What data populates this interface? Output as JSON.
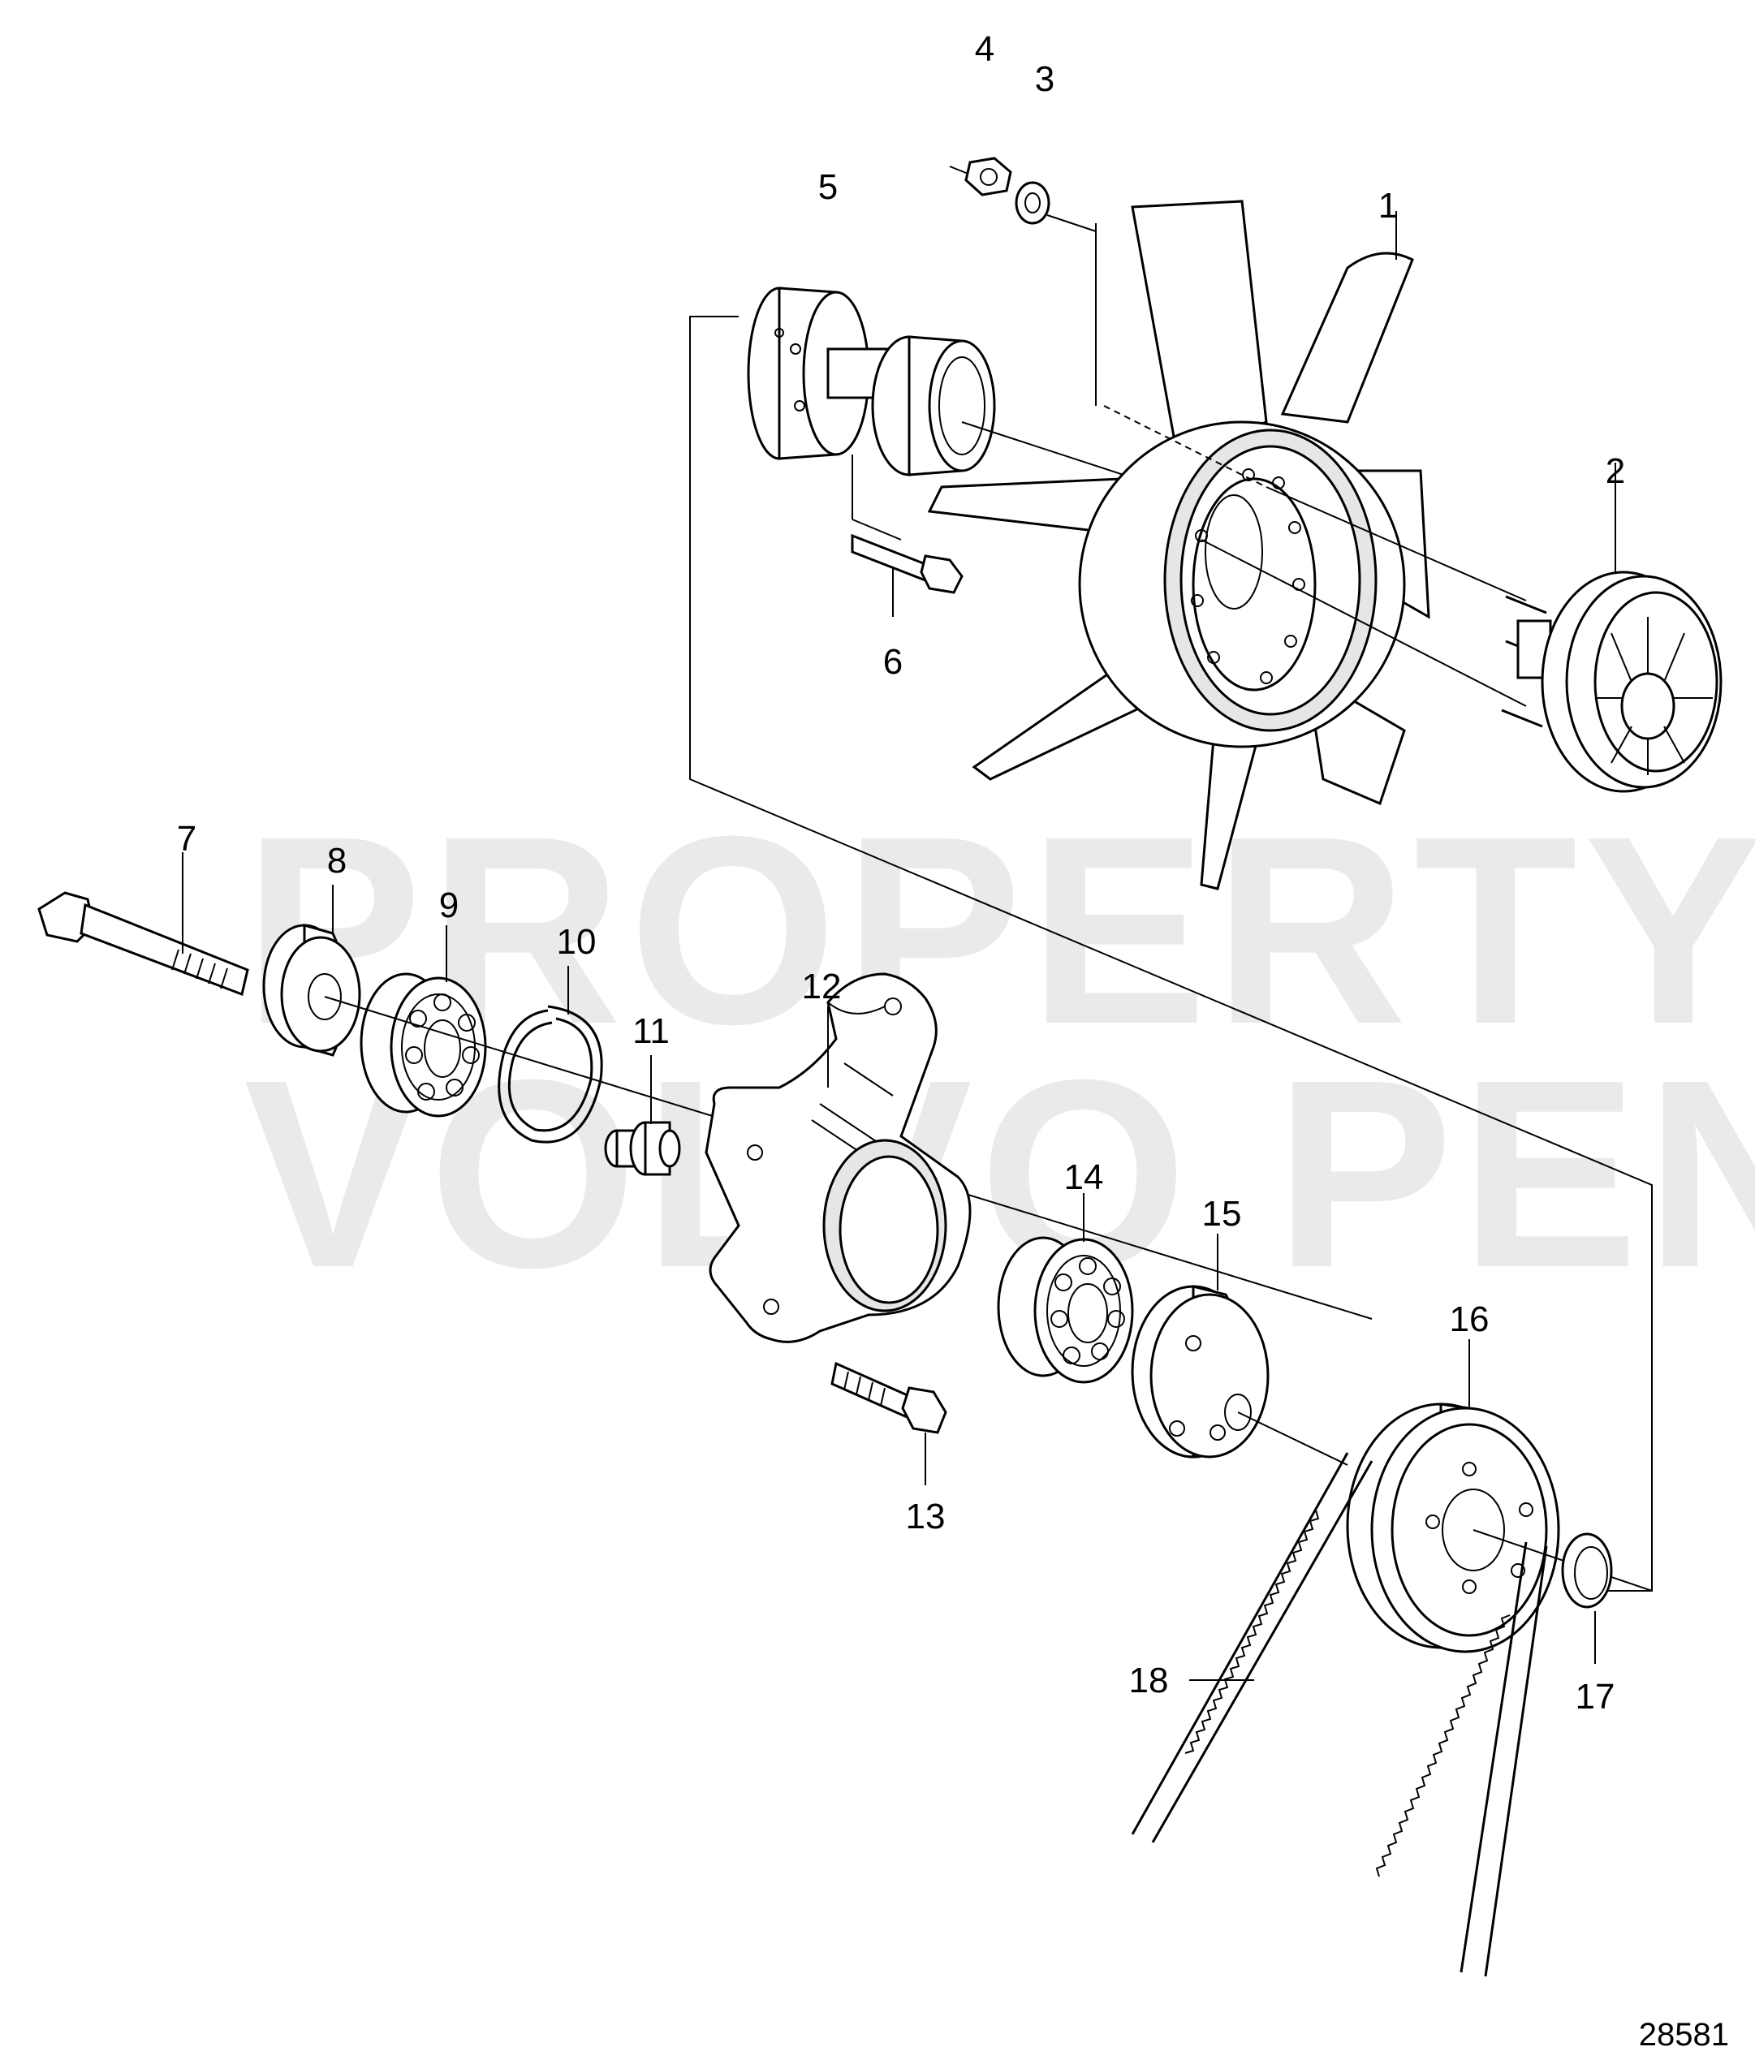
{
  "watermark": {
    "line1": "PROPERTY OF",
    "line2": "VOLVO PENTA"
  },
  "drawing_number": "28581",
  "callouts": [
    {
      "id": "1",
      "text": "1"
    },
    {
      "id": "2",
      "text": "2"
    },
    {
      "id": "3",
      "text": "3"
    },
    {
      "id": "4",
      "text": "4"
    },
    {
      "id": "5",
      "text": "5"
    },
    {
      "id": "6",
      "text": "6"
    },
    {
      "id": "7",
      "text": "7"
    },
    {
      "id": "8",
      "text": "8"
    },
    {
      "id": "9",
      "text": "9"
    },
    {
      "id": "10",
      "text": "10"
    },
    {
      "id": "11",
      "text": "11"
    },
    {
      "id": "12",
      "text": "12"
    },
    {
      "id": "13",
      "text": "13"
    },
    {
      "id": "14",
      "text": "14"
    },
    {
      "id": "15",
      "text": "15"
    },
    {
      "id": "16",
      "text": "16"
    },
    {
      "id": "17",
      "text": "17"
    },
    {
      "id": "18",
      "text": "18"
    }
  ]
}
